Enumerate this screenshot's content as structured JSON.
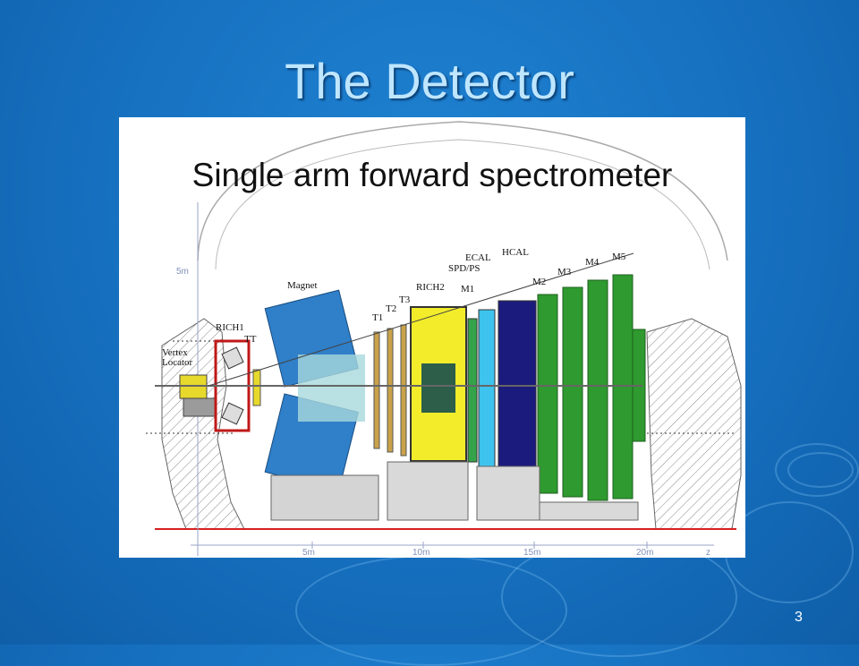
{
  "slide": {
    "title": "The Detector",
    "subtitle": "Single arm forward spectrometer",
    "page_number": "3"
  },
  "diagram": {
    "components": {
      "vertex_locator": "Vertex\nLocator",
      "rich1": "RICH1",
      "tt": "TT",
      "magnet": "Magnet",
      "t1": "T1",
      "t2": "T2",
      "t3": "T3",
      "rich2": "RICH2",
      "spd_ps": "SPD/PS",
      "ecal": "ECAL",
      "hcal": "HCAL",
      "m1": "M1",
      "m2": "M2",
      "m3": "M3",
      "m4": "M4",
      "m5": "M5"
    },
    "axis": {
      "y_5m": "5m",
      "x_5m": "5m",
      "x_10m": "10m",
      "x_15m": "15m",
      "x_20m": "20m",
      "z": "z"
    },
    "colors": {
      "magnet": "#2f7fc9",
      "rich2_yellow": "#f2ec2a",
      "ecal_cyan": "#3ec3ee",
      "hcal_navy": "#1b1b7d",
      "muon_green": "#2f9a2f",
      "beamline_red": "#d62020"
    }
  }
}
